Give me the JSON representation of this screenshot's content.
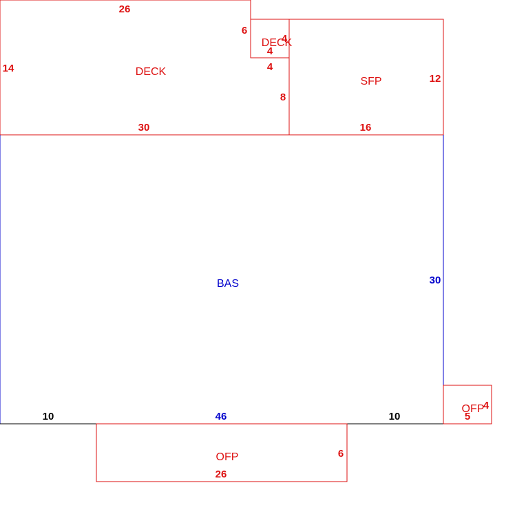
{
  "colors": {
    "red": "#dd1111",
    "blue": "#0000cc",
    "black": "#000000"
  },
  "areas": {
    "deck_main": {
      "label": "DECK",
      "dims": {
        "top": "26",
        "left": "14",
        "bottom": "30"
      }
    },
    "deck_small": {
      "label": "DECK",
      "dims": {
        "left": "6",
        "right": "4",
        "inner": "4",
        "bottom": "4"
      }
    },
    "notch_side": "8",
    "sfp": {
      "label": "SFP",
      "dims": {
        "right": "12",
        "bottom": "16"
      }
    },
    "bas": {
      "label": "BAS",
      "dims": {
        "right": "30",
        "bottom": "46",
        "bottom_left": "10",
        "bottom_right": "10"
      }
    },
    "ofp_bottom": {
      "label": "OFP",
      "dims": {
        "right": "6",
        "bottom": "26"
      }
    },
    "ofp_side": {
      "label": "OFP",
      "dims": {
        "right": "4",
        "bottom": "5"
      }
    }
  }
}
